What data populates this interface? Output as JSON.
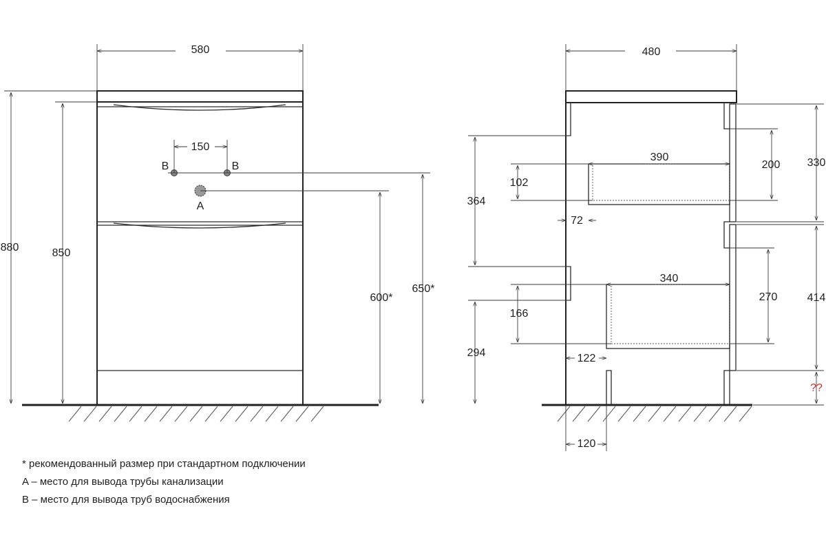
{
  "front_view": {
    "width": "580",
    "total_height": "880",
    "body_height": "850",
    "holes_spacing": "150",
    "drain_height": "600*",
    "supply_height": "650*",
    "label_a": "A",
    "label_b_left": "B",
    "label_b_right": "B"
  },
  "side_view": {
    "depth": "480",
    "dim_364": "364",
    "dim_102": "102",
    "dim_390": "390",
    "dim_200": "200",
    "dim_330": "330",
    "dim_72": "72",
    "dim_340": "340",
    "dim_270": "270",
    "dim_414": "414",
    "dim_166": "166",
    "dim_294": "294",
    "dim_122": "122",
    "dim_120": "120",
    "dim_unknown": "??"
  },
  "legend": {
    "note": "* рекомендованный размер при стандартном подключении",
    "a": "A – место для вывода трубы канализации",
    "b": "B – место для вывода труб водоснабжения"
  },
  "colors": {
    "line": "#222222",
    "text": "#1f1f1f",
    "warning": "#d32f2f"
  }
}
